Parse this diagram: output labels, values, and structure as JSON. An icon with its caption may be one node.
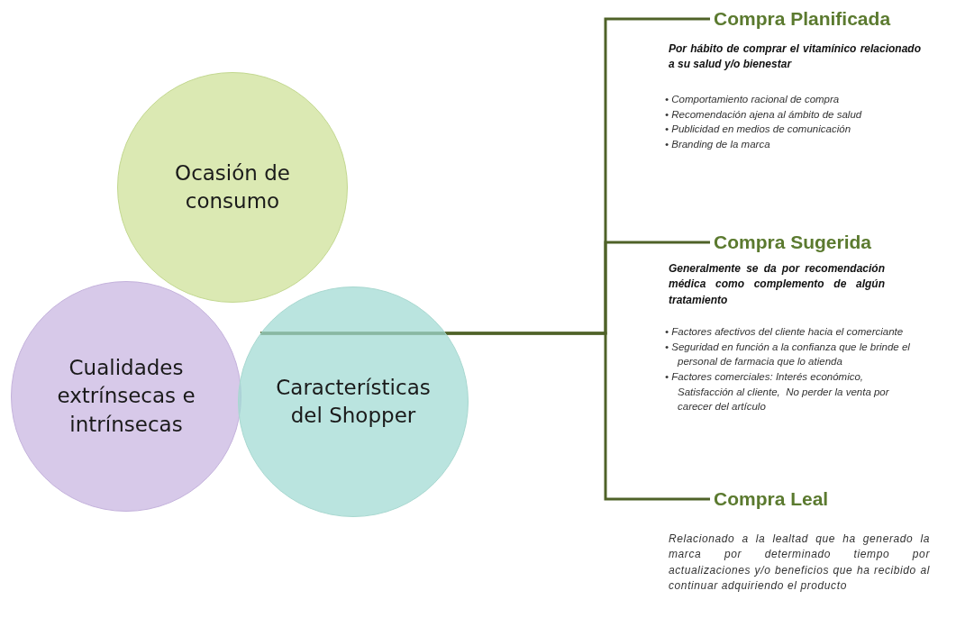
{
  "diagram": {
    "nodes": [
      {
        "text": [
          "Ocasión de consumo"
        ]
      },
      {
        "text": [
          "Cualidades extrínsecas e intrínsecas"
        ]
      },
      {
        "text": [
          "Características del Shopper"
        ]
      },
      {
        "text": [
          "Compra Planificada"
        ],
        "beside": [
          "Por hábito de comprar el vitamínico relacionado a su salud y/o bienestar",
          "• Comportamiento racional de compra",
          "• Recomendación ajena al ámbito de salud",
          "• Publicidad en medios de comunicación",
          "• Branding de la marca"
        ]
      },
      {
        "text": [
          "Compra Sugerida"
        ],
        "beside": [
          "Generalmente se da por recomendación médica como complemento de algún tratamiento",
          "• Factores afectivos del cliente hacia el comerciante",
          "• Seguridad en función a la confianza que le brinde el personal de farmacia que lo atienda",
          "• Factores comerciales: Interés económico, Satisfacción al cliente,  No perder la venta por carecer del artículo"
        ]
      },
      {
        "text": [
          "Compra Leal"
        ],
        "beside": [
          "Relacionado a la lealtad que ha generado la marca por determinado tiempo    por actualizaciones y/o beneficios que ha recibido al continuar adquiriendo el producto"
        ]
      }
    ],
    "edges": [
      {
        "from": 2,
        "to": 3,
        "arrow": "none"
      },
      {
        "from": 2,
        "to": 4,
        "arrow": "none"
      },
      {
        "from": 2,
        "to": 5,
        "arrow": "none"
      }
    ]
  }
}
